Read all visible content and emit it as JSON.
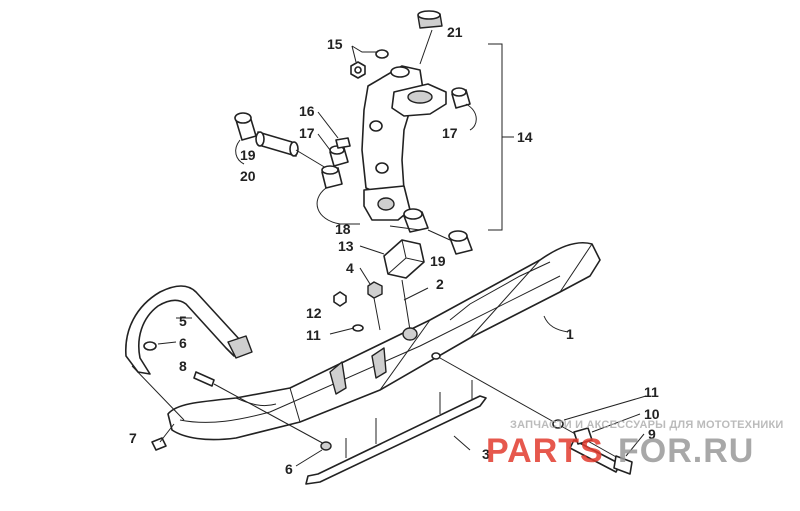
{
  "callouts": {
    "c1": "1",
    "c2": "2",
    "c3": "3",
    "c4": "4",
    "c5": "5",
    "c6a": "6",
    "c6b": "6",
    "c7": "7",
    "c8": "8",
    "c9": "9",
    "c10": "10",
    "c11a": "11",
    "c11b": "11",
    "c12": "12",
    "c13": "13",
    "c14": "14",
    "c15": "15",
    "c16": "16",
    "c17a": "17",
    "c17b": "17",
    "c18": "18",
    "c19a": "19",
    "c19b": "19",
    "c20": "20",
    "c21": "21"
  },
  "watermark": {
    "tagline": "ЗАПЧАСТИ И АКСЕССУАРЫ ДЛЯ МОТОТЕХНИКИ",
    "brand_left": "PARTS",
    "brand_right": "FOR.RU",
    "color_left": "#e23b2e",
    "color_right": "#9a9a9a"
  },
  "colors": {
    "line": "#222222",
    "background": "#ffffff"
  }
}
